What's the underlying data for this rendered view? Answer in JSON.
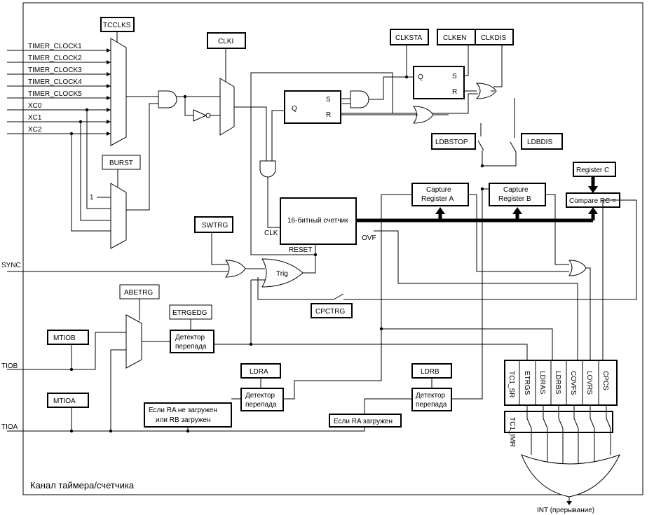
{
  "labels": {
    "tcclks": "TCCLKS",
    "clki": "CLKI",
    "clksta": "CLKSTA",
    "clken": "CLKEN",
    "clkdis": "CLKDIS",
    "burst": "BURST",
    "ldbstop": "LDBSTOP",
    "ldbdis": "LDBDIS",
    "register_c": "Register C",
    "compare_rc": "Compare RC =",
    "capture_a_1": "Capture",
    "capture_a_2": "Register A",
    "capture_b_1": "Capture",
    "capture_b_2": "Register B",
    "swtrg": "SWTRG",
    "counter": "16-битный счетчик",
    "clk": "CLK",
    "reset": "RESET",
    "ovf": "OVF",
    "sync": "SYNC",
    "trig": "Trig",
    "abetrg": "ABETRG",
    "etrgedg": "ETRGEDG",
    "cpctrg": "CPCTRG",
    "mtiob": "MTIOB",
    "mtioa": "MTIOA",
    "tiob": "TIOB",
    "tioa": "TIOA",
    "edge_det_1": "Детектор",
    "edge_det_2": "перепада",
    "ldra": "LDRA",
    "ldrb": "LDRB",
    "ra_cond_1": "Если RA не загружен",
    "ra_cond_2": "или RB загружен",
    "ra_loaded": "Если RA загружен",
    "ff_q": "Q",
    "ff_s": "S",
    "ff_r": "R",
    "one": "1",
    "int": "INT (прерывание)",
    "title": "Канал таймера/счетчика"
  },
  "clock_inputs": [
    "TIMER_CLOCK1",
    "TIMER_CLOCK2",
    "TIMER_CLOCK3",
    "TIMER_CLOCK4",
    "TIMER_CLOCK5",
    "XC0",
    "XC1",
    "XC2"
  ],
  "sr_register": "TC1_SR",
  "imr_register": "TC1_IMR",
  "status_bits": [
    "ETRGS",
    "LDRAS",
    "LDRBS",
    "COVFS",
    "LOVRS",
    "CPCS"
  ]
}
